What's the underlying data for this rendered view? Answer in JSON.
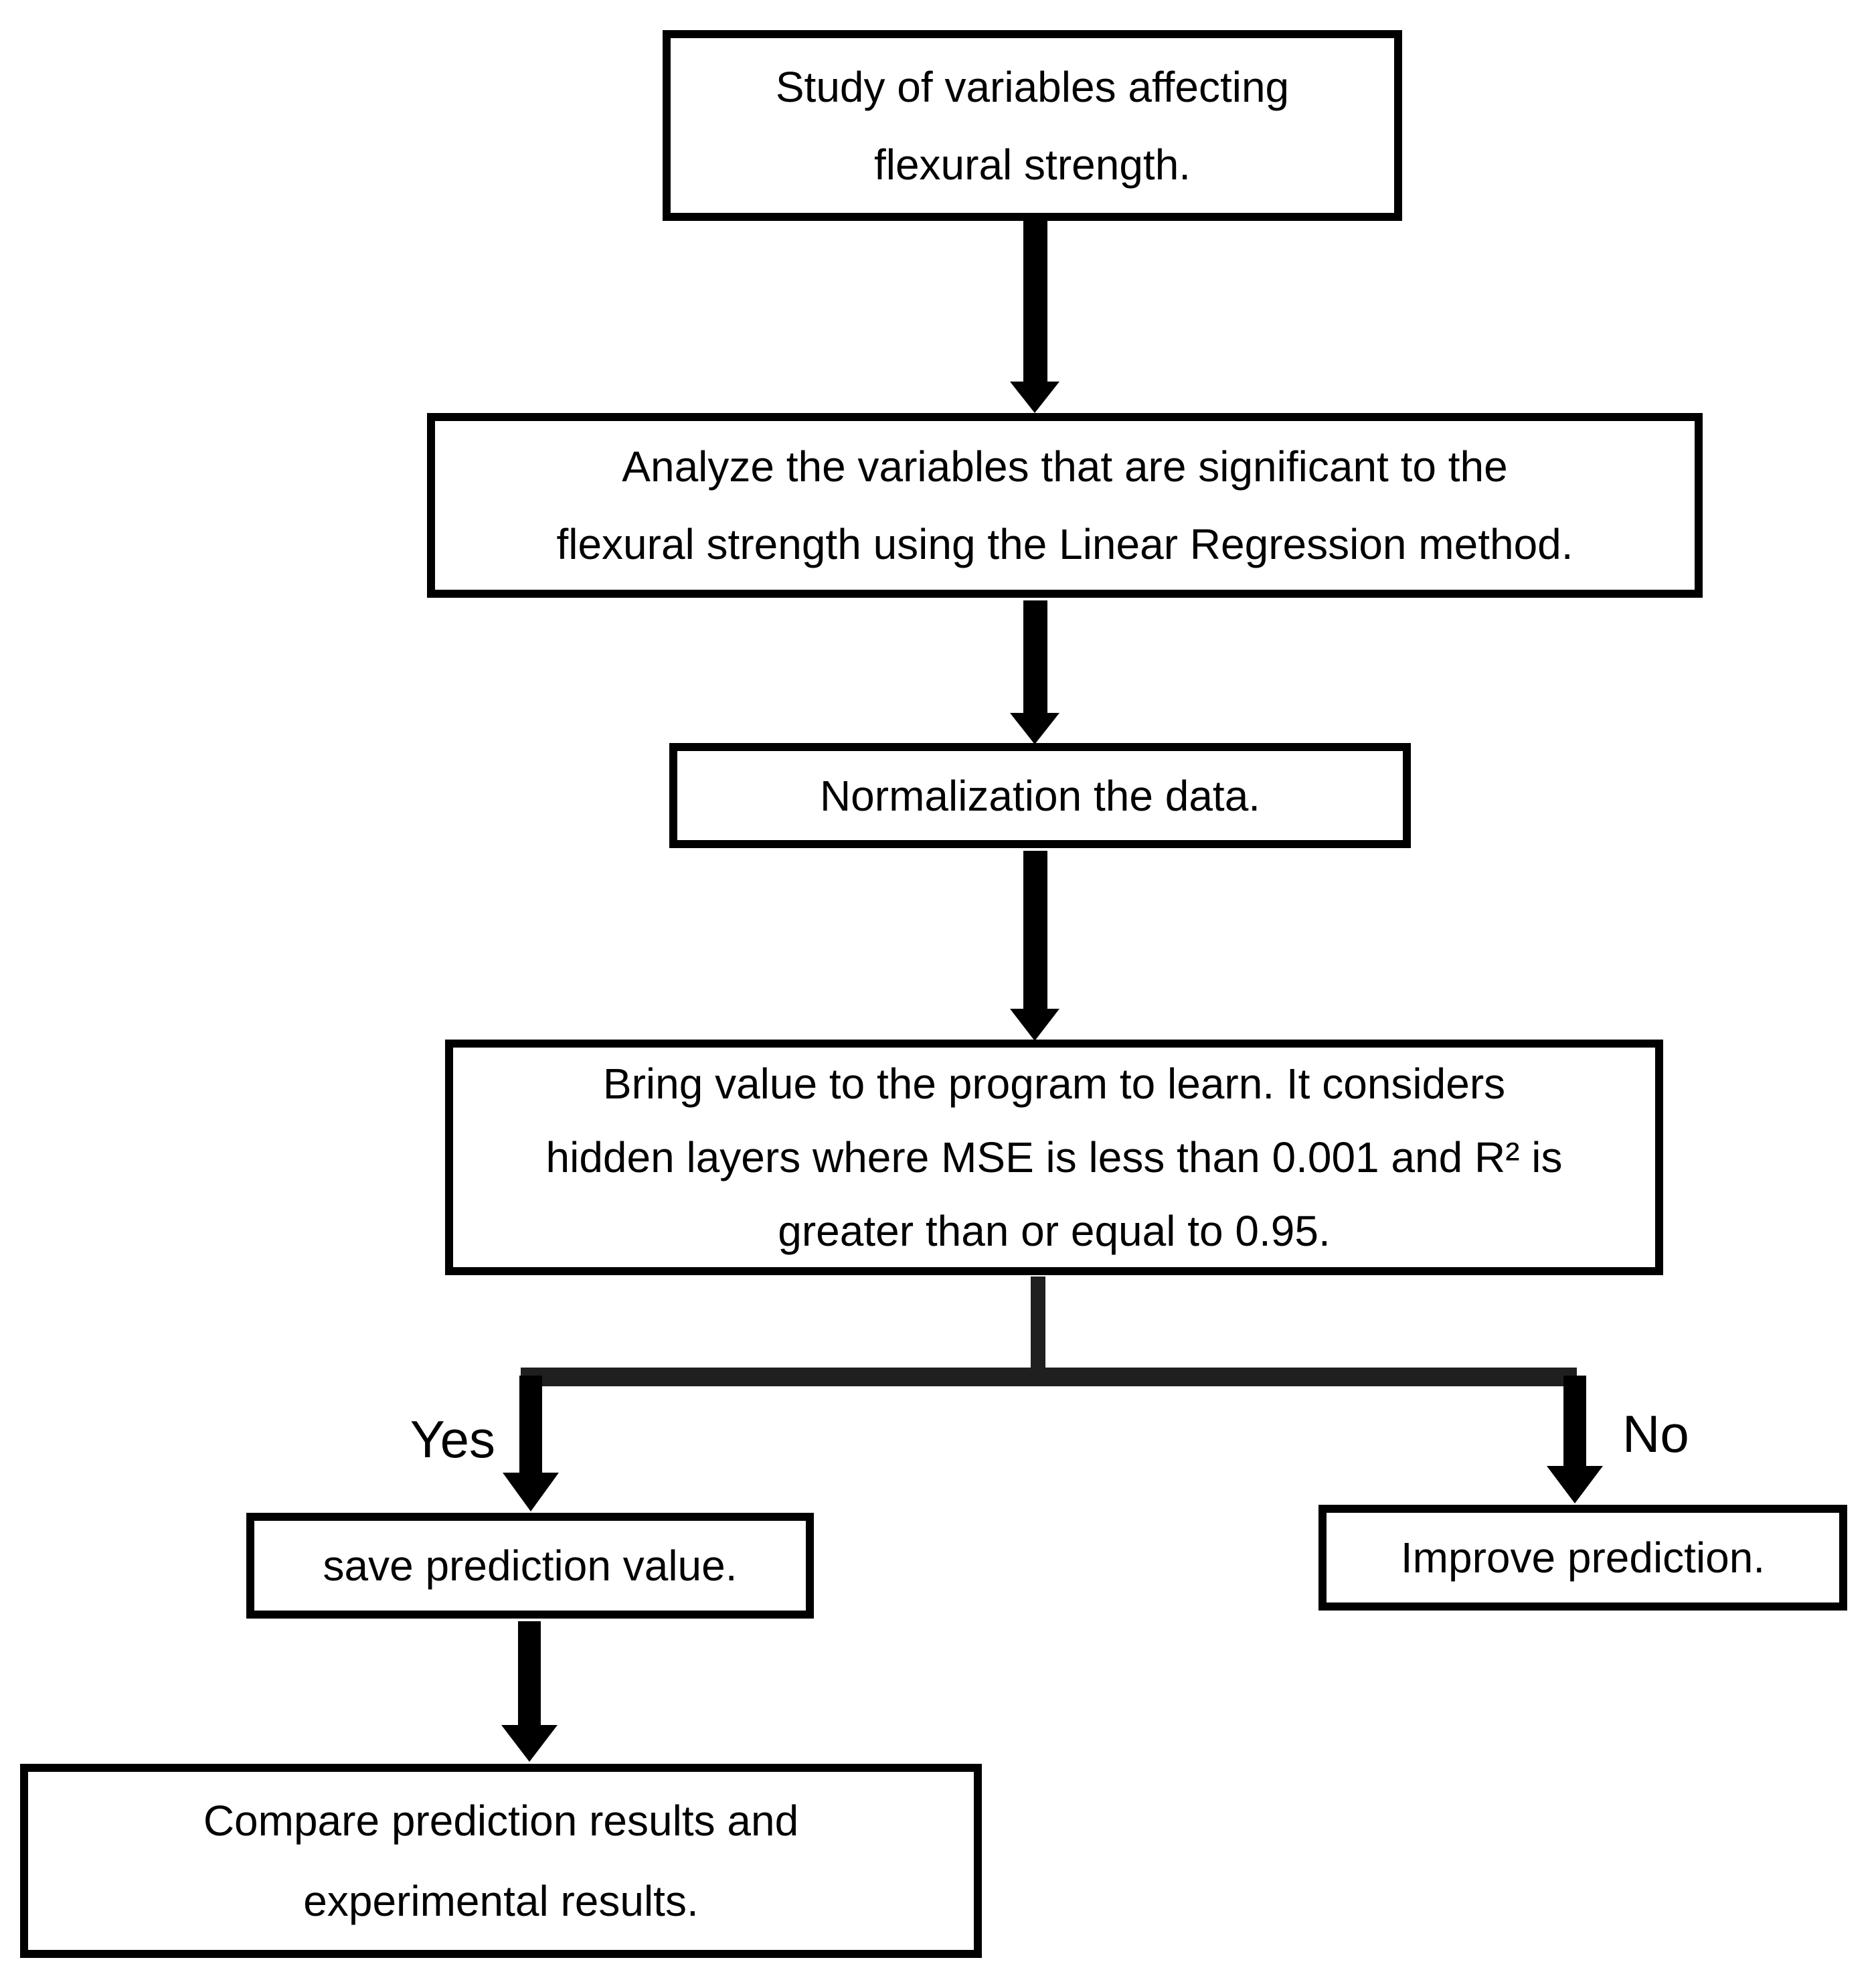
{
  "colors": {
    "background": "#ffffff",
    "ink": "#000000",
    "connector": "#1f1f1f"
  },
  "nodes": {
    "study": {
      "lines": [
        "Study of variables affecting",
        "flexural strength."
      ]
    },
    "analyze": {
      "lines": [
        "Analyze the variables that are significant to the",
        "flexural strength using the Linear Regression method."
      ]
    },
    "normalize": {
      "lines": [
        "Normalization the data."
      ]
    },
    "learn": {
      "lines": [
        "Bring value to the program to learn. It considers",
        "hidden layers where MSE is less than 0.001 and R² is",
        "greater than or equal to 0.95."
      ]
    },
    "save": {
      "lines": [
        "save prediction value."
      ]
    },
    "improve": {
      "lines": [
        "Improve prediction."
      ]
    },
    "compare": {
      "lines": [
        "Compare prediction results and",
        "experimental results."
      ]
    }
  },
  "branch": {
    "yes_label": "Yes",
    "no_label": "No"
  }
}
